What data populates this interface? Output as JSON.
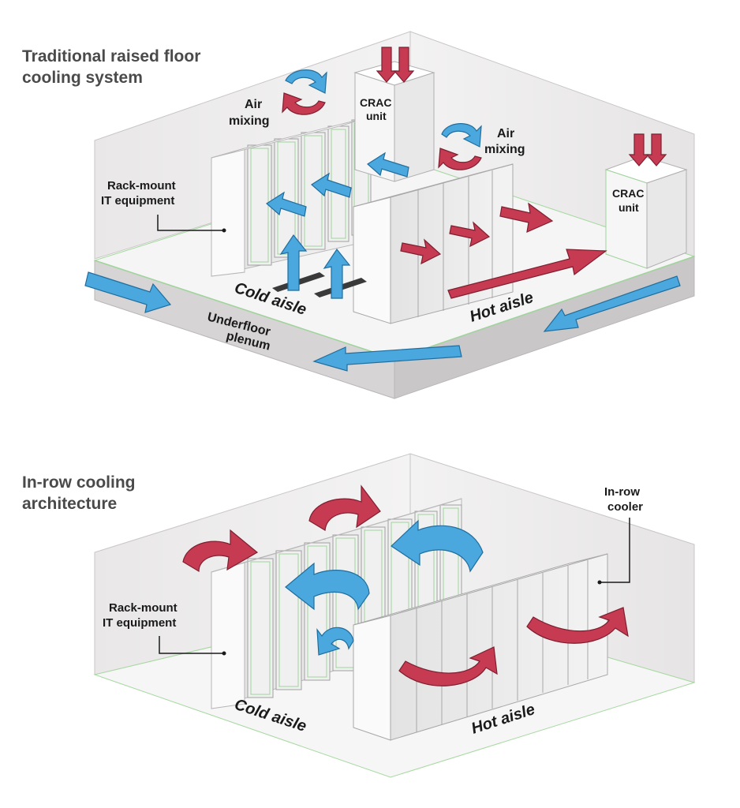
{
  "panel_top": {
    "title_line1": "Traditional raised floor",
    "title_line2": "cooling system",
    "labels": {
      "air_mixing_left_1": "Air",
      "air_mixing_left_2": "mixing",
      "air_mixing_right_1": "Air",
      "air_mixing_right_2": "mixing",
      "crac_1_line1": "CRAC",
      "crac_1_line2": "unit",
      "crac_2_line1": "CRAC",
      "crac_2_line2": "unit",
      "rack_mount_1": "Rack-mount",
      "rack_mount_2": "IT equipment",
      "cold_aisle": "Cold aisle",
      "hot_aisle": "Hot aisle",
      "underfloor_1": "Underfloor",
      "underfloor_2": "plenum"
    }
  },
  "panel_bottom": {
    "title_line1": "In-row cooling",
    "title_line2": "architecture",
    "labels": {
      "in_row_1": "In-row",
      "in_row_2": "cooler",
      "rack_mount_1": "Rack-mount",
      "rack_mount_2": "IT equipment",
      "cold_aisle": "Cold aisle",
      "hot_aisle": "Hot aisle"
    }
  },
  "colors": {
    "cold_air": "#4aa8df",
    "hot_air": "#c63a52",
    "rack_face": "#f7f7f7",
    "rack_edge": "#9fd49a",
    "room_wall": "#efeded",
    "floor": "#f4f4f4"
  }
}
